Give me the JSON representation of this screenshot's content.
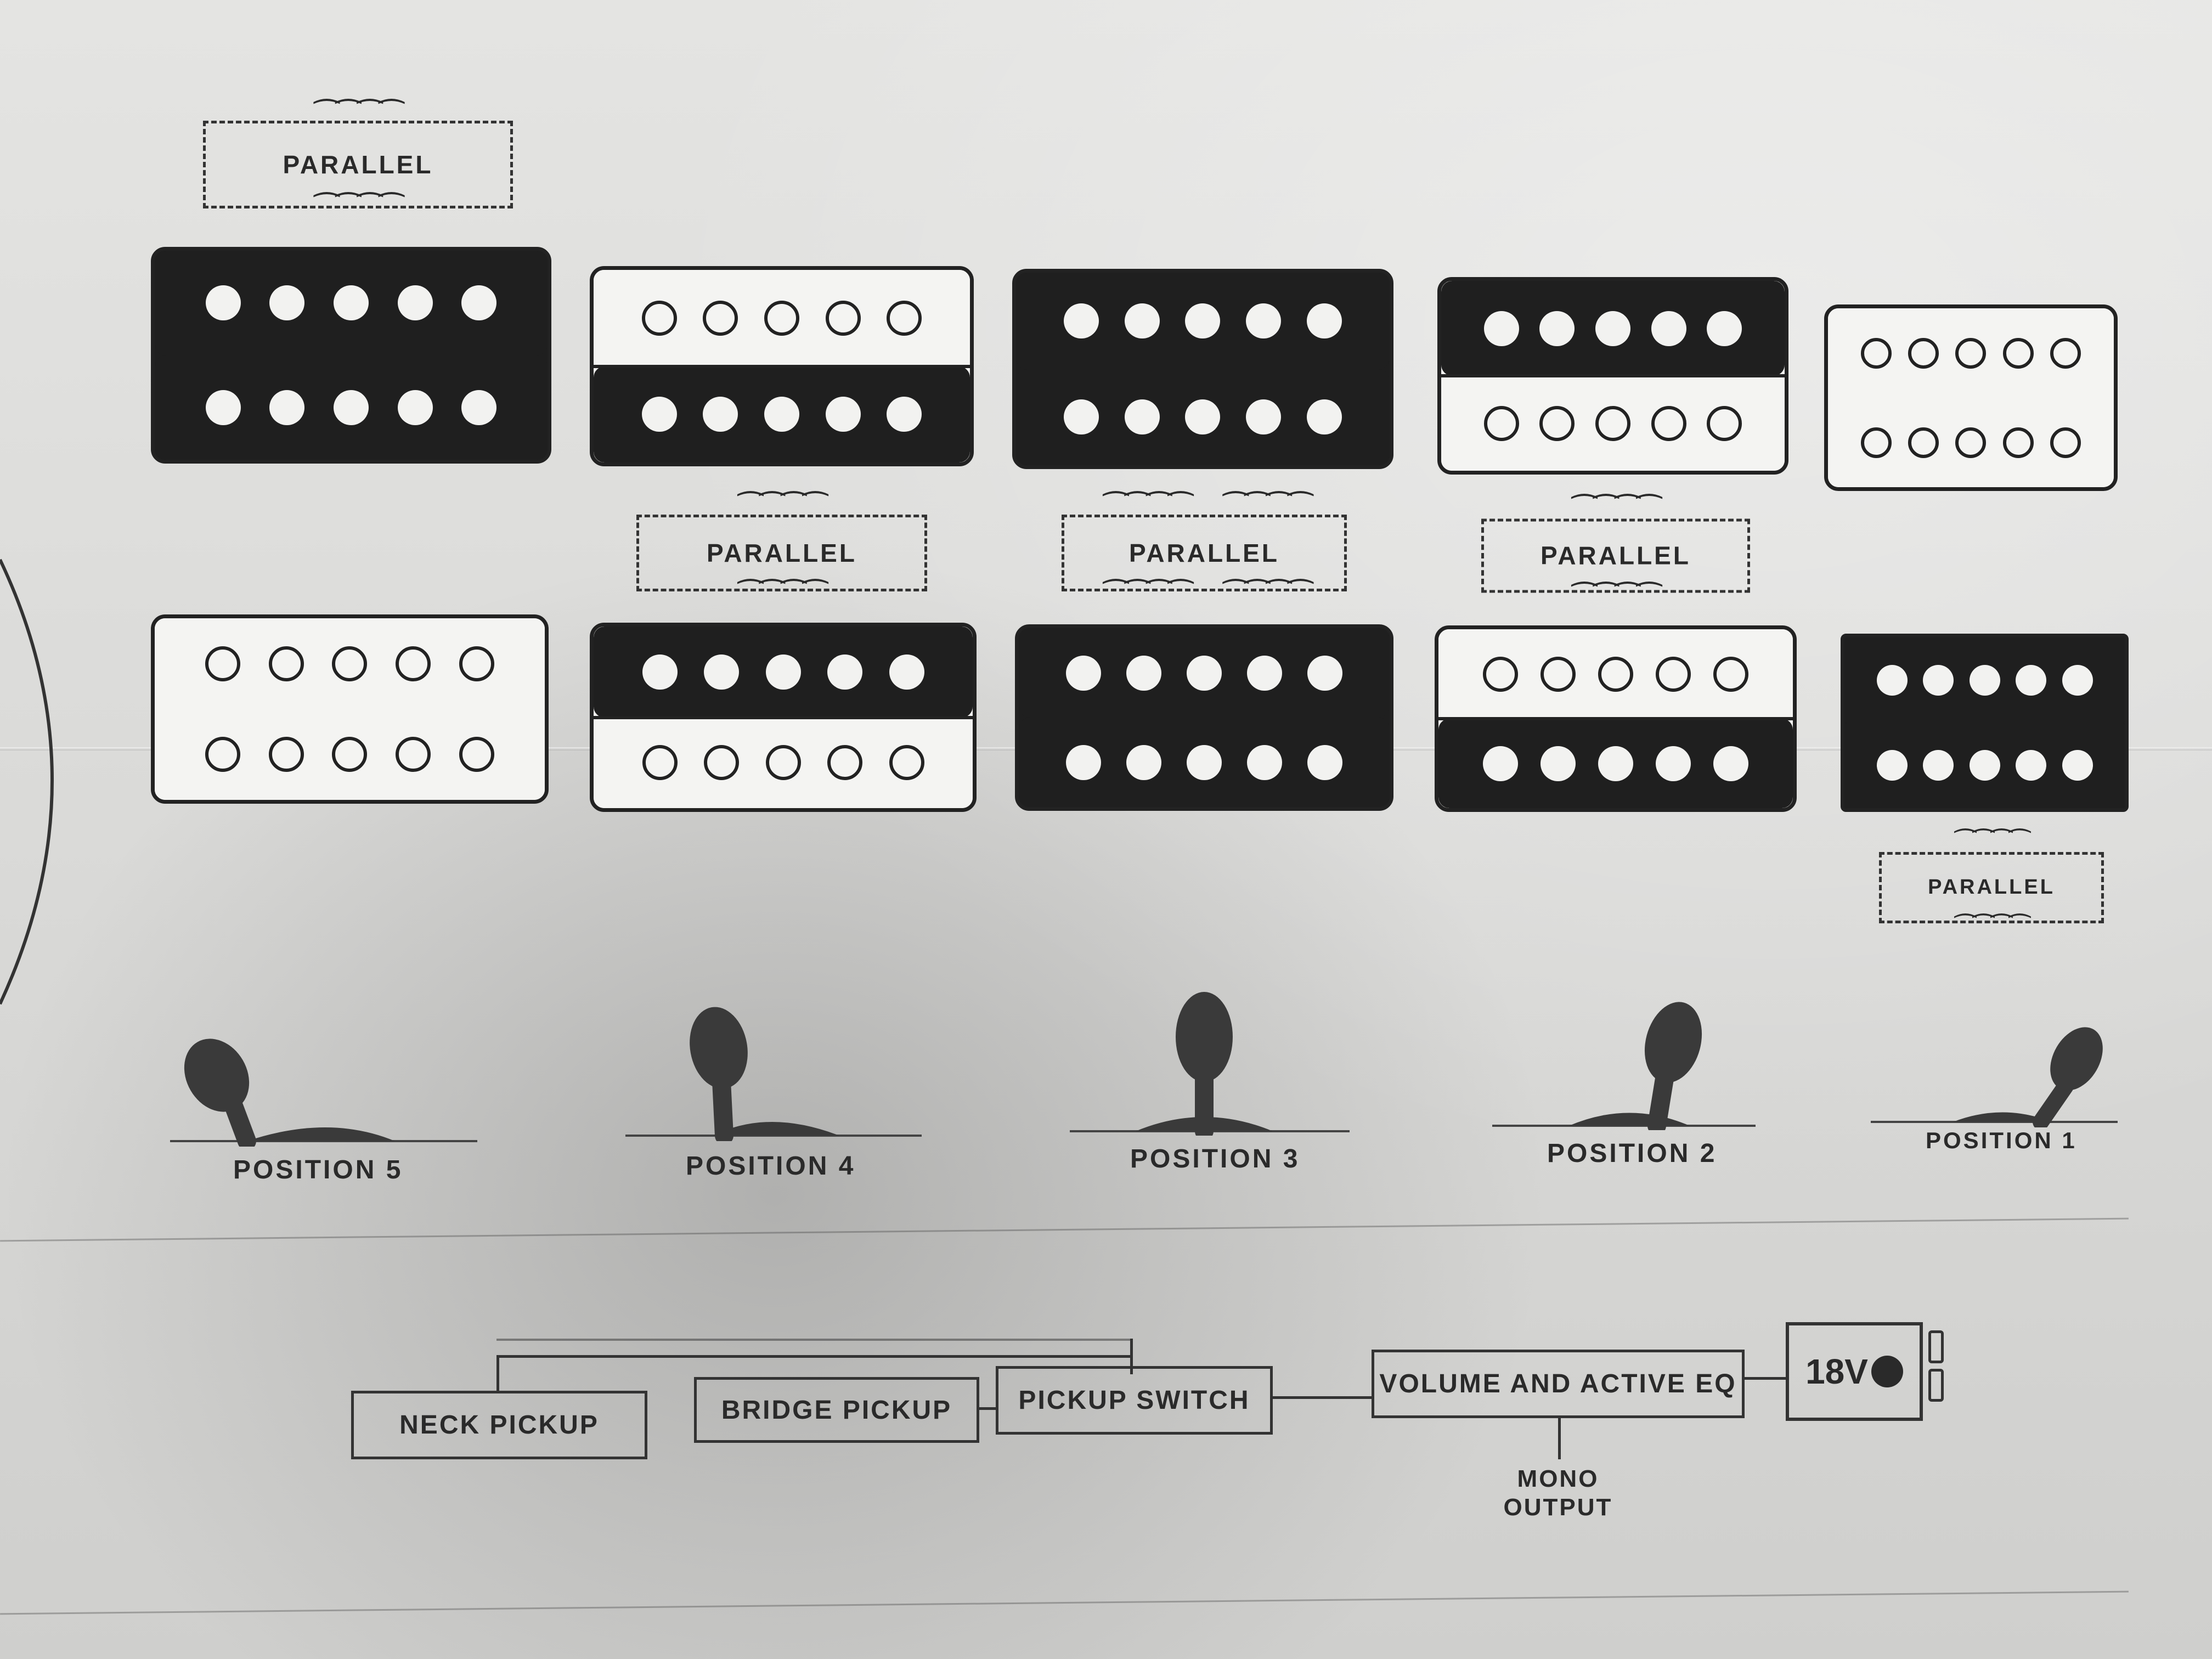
{
  "parallel_label": "PARALLEL",
  "coil_symbol": "⁀⁀⁀⁀",
  "positions": [
    {
      "label": "POSITION 5",
      "lever": "left"
    },
    {
      "label": "POSITION 4",
      "lever": "left-mid"
    },
    {
      "label": "POSITION 3",
      "lever": "center"
    },
    {
      "label": "POSITION 2",
      "lever": "right-mid"
    },
    {
      "label": "POSITION 1",
      "lever": "right"
    }
  ],
  "signal_chain": {
    "neck": "NECK PICKUP",
    "bridge": "BRIDGE PICKUP",
    "switch": "PICKUP SWITCH",
    "volume": "VOLUME AND ACTIVE EQ",
    "battery": "18V",
    "output": "MONO OUTPUT"
  },
  "colors": {
    "ink": "#222222",
    "paper": "#e0e0de"
  }
}
